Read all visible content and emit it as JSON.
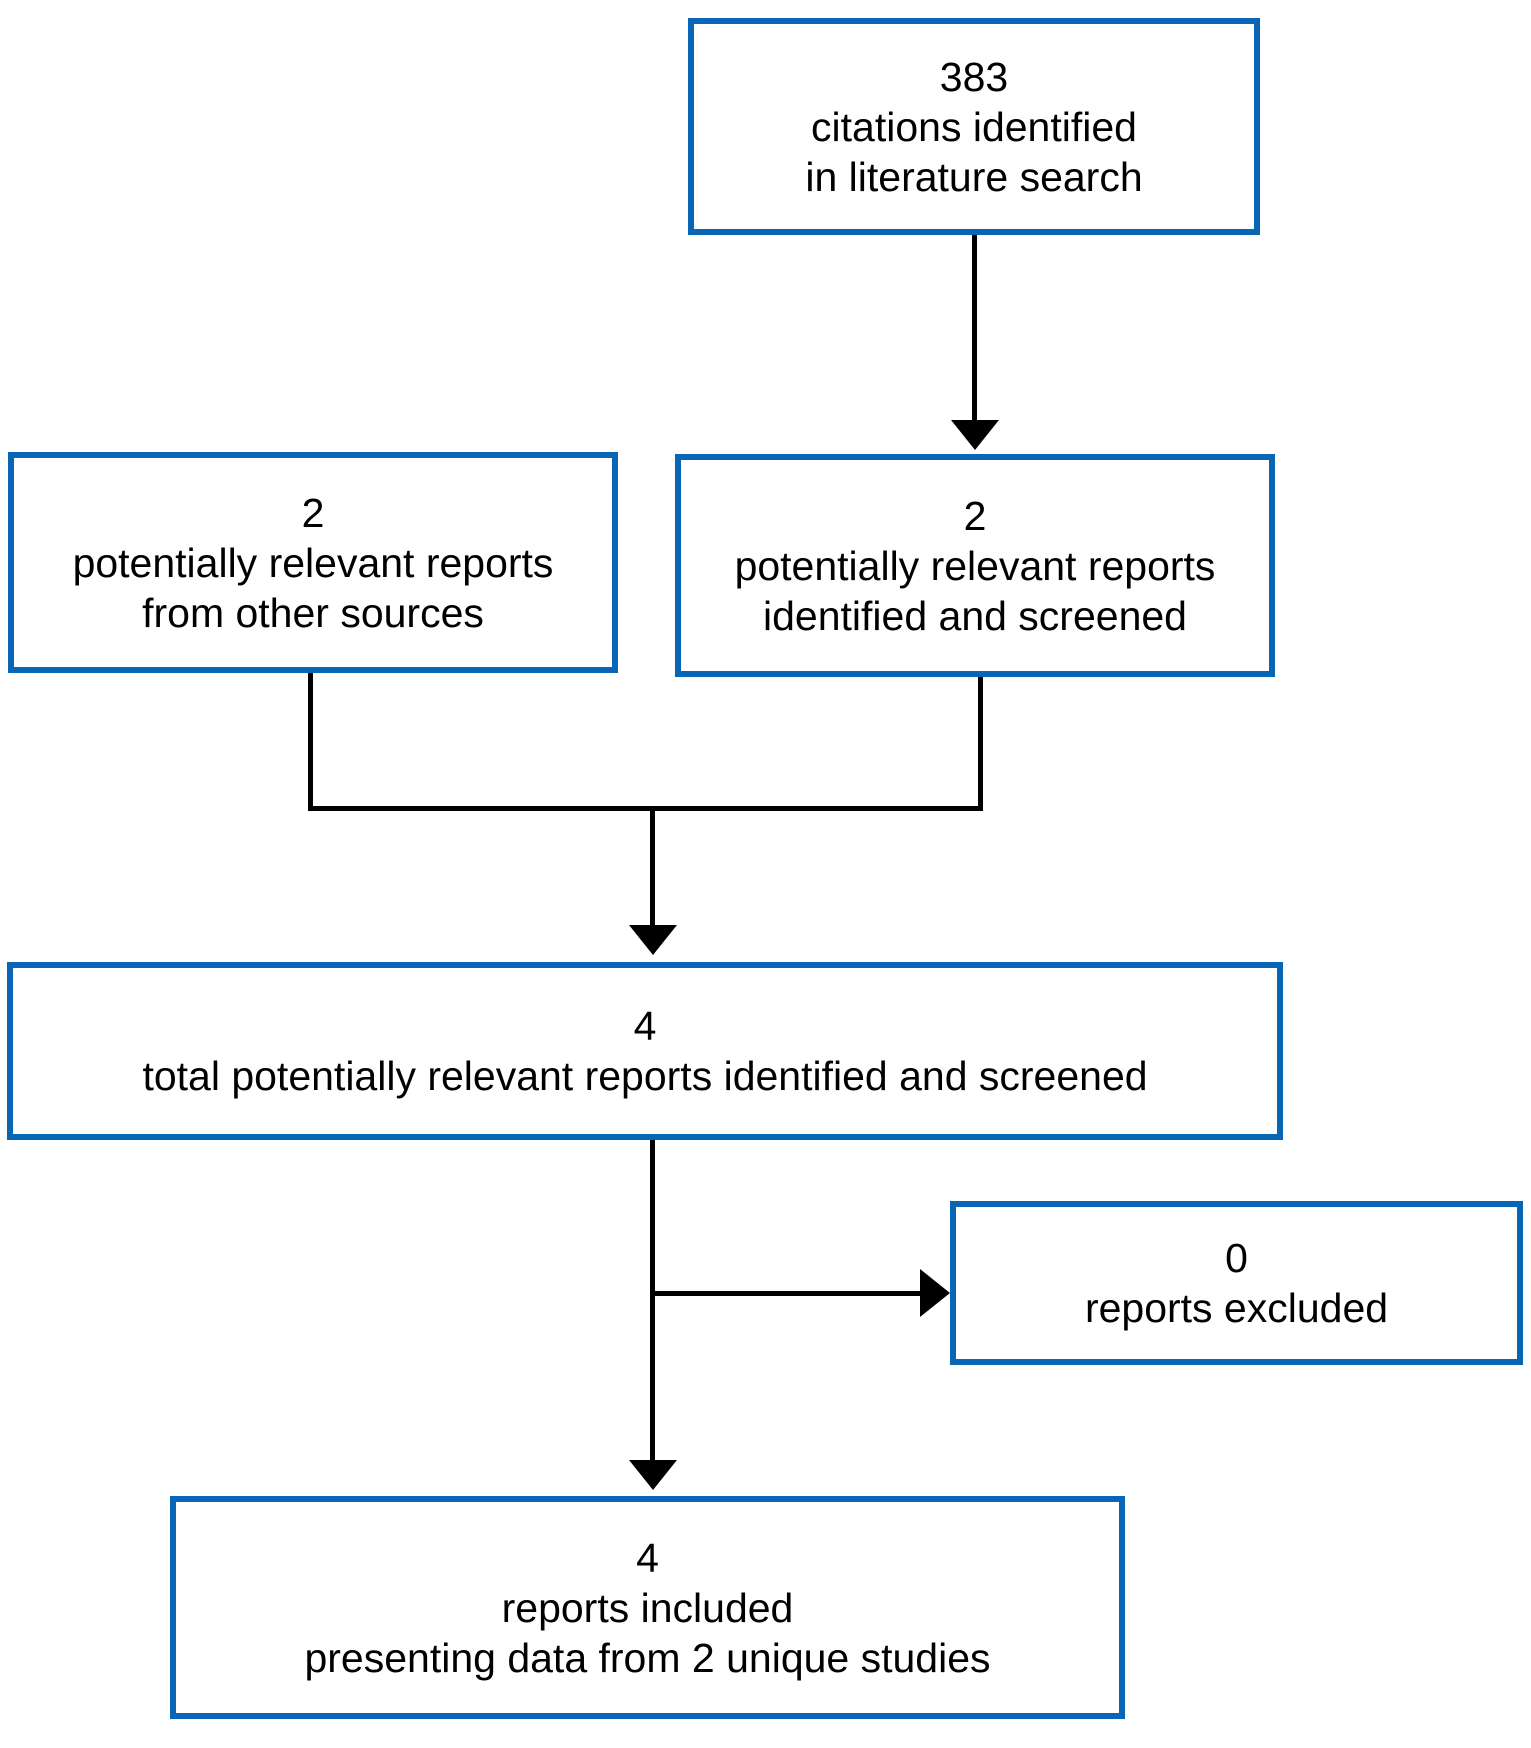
{
  "boxes": {
    "citations": {
      "count": "383",
      "lines": [
        "citations identified",
        "in literature search"
      ]
    },
    "other_sources": {
      "count": "2",
      "lines": [
        "potentially relevant reports",
        "from other sources"
      ]
    },
    "identified_screened": {
      "count": "2",
      "lines": [
        "potentially relevant reports",
        "identified and screened"
      ]
    },
    "total_screened": {
      "count": "4",
      "lines": [
        "total potentially relevant reports identified and screened"
      ]
    },
    "excluded": {
      "count": "0",
      "lines": [
        "reports excluded"
      ]
    },
    "included": {
      "count": "4",
      "lines": [
        "reports included",
        "presenting data from 2 unique studies"
      ]
    }
  },
  "colors": {
    "box_border": "#0866b5",
    "connector": "#000000",
    "text": "#000000",
    "background": "#ffffff"
  }
}
